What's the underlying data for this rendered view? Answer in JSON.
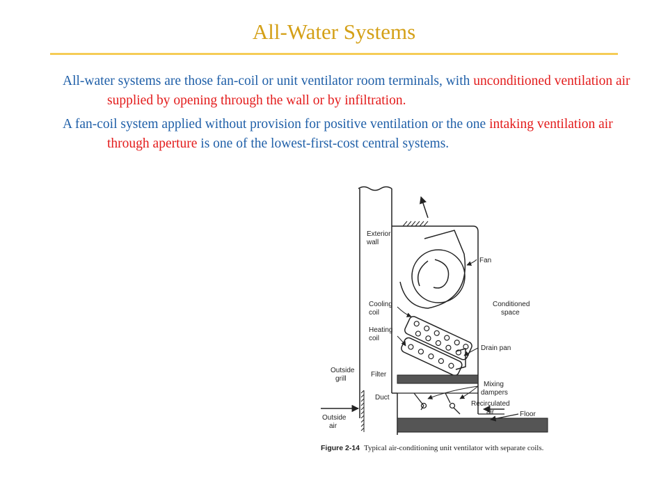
{
  "slide": {
    "title": "All-Water Systems",
    "colors": {
      "title": "#d4a017",
      "rule": "#f5cc56",
      "text": "#1f5fa8",
      "highlight": "#e31b1b"
    }
  },
  "paragraphs": [
    {
      "text_1": "All-water systems are those fan-coil or unit ventilator room terminals, with",
      "text_2": "unconditioned ventilation air supplied by opening through the wall or by infiltration."
    },
    {
      "text_1": "A fan-coil system applied without provision for positive ventilation or the one",
      "text_2": "intaking ventilation air through aperture",
      "text_3": "is one of the lowest-first-cost central systems."
    }
  ],
  "figure": {
    "labels": {
      "exterior_wall_1": "Exterior",
      "exterior_wall_2": "wall",
      "fan": "Fan",
      "cooling_coil_1": "Cooling",
      "cooling_coil_2": "coil",
      "heating_coil_1": "Heating",
      "heating_coil_2": "coil",
      "conditioned_space_1": "Conditioned",
      "conditioned_space_2": "space",
      "drain_pan": "Drain pan",
      "outside_grill_1": "Outside",
      "outside_grill_2": "grill",
      "filter": "Filter",
      "mixing_dampers_1": "Mixing",
      "mixing_dampers_2": "dampers",
      "duct": "Duct",
      "recirculated_air_1": "Recirculated",
      "recirculated_air_2": "air",
      "floor": "Floor",
      "outside_air_1": "Outside",
      "outside_air_2": "air"
    },
    "caption_number": "Figure 2-14",
    "caption_text": "Typical air-conditioning unit ventilator with separate coils."
  }
}
